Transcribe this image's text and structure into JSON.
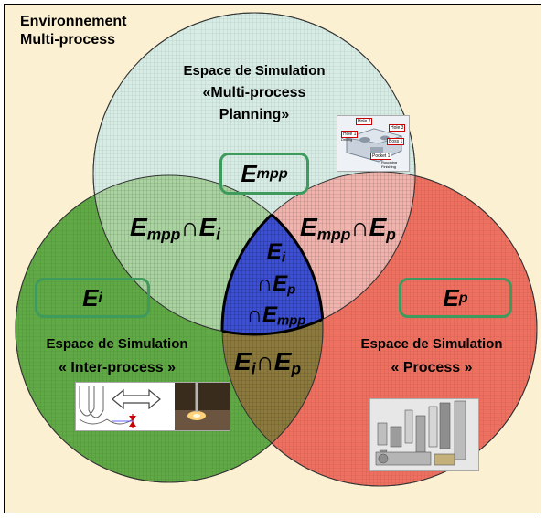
{
  "environment": {
    "line1": "Environnement",
    "line2": "Multi-process"
  },
  "top_circle": {
    "title1": "Espace de Simulation",
    "title2": "«Multi-process",
    "title3": "Planning»",
    "box_symbol": "E",
    "box_sub": "mpp",
    "color": "#cfe8e0"
  },
  "left_circle": {
    "title1": "Espace de Simulation",
    "title2": "« Inter-process »",
    "box_symbol": "E",
    "box_sub": "i",
    "color": "#5faa45"
  },
  "right_circle": {
    "title1": "Espace de Simulation",
    "title2": "« Process »",
    "box_symbol": "E",
    "box_sub": "p",
    "color": "#f07060"
  },
  "intersections": {
    "top_left": {
      "a": "E",
      "a_sub": "mpp",
      "op": "∩",
      "b": "E",
      "b_sub": "i"
    },
    "top_right": {
      "a": "E",
      "a_sub": "mpp",
      "op": "∩",
      "b": "E",
      "b_sub": "p"
    },
    "bottom": {
      "a": "E",
      "a_sub": "i",
      "op": "∩",
      "b": "E",
      "b_sub": "p"
    },
    "center": {
      "l1": "E",
      "l1_sub": "i",
      "l2_op": "∩",
      "l2": "E",
      "l2_sub": "p",
      "l3_op": "∩",
      "l3": "E",
      "l3_sub": "mpp"
    }
  },
  "thumbnail_labels": [
    "Hole 2",
    "Hole 3",
    "Hole 1",
    "Drilling",
    "Boss 1",
    "Pocket 1",
    "Roughing",
    "Finishing"
  ],
  "colors": {
    "center": "#3b4fd8",
    "box_border": "#3f9a5e",
    "background": "#fbf0d2"
  }
}
